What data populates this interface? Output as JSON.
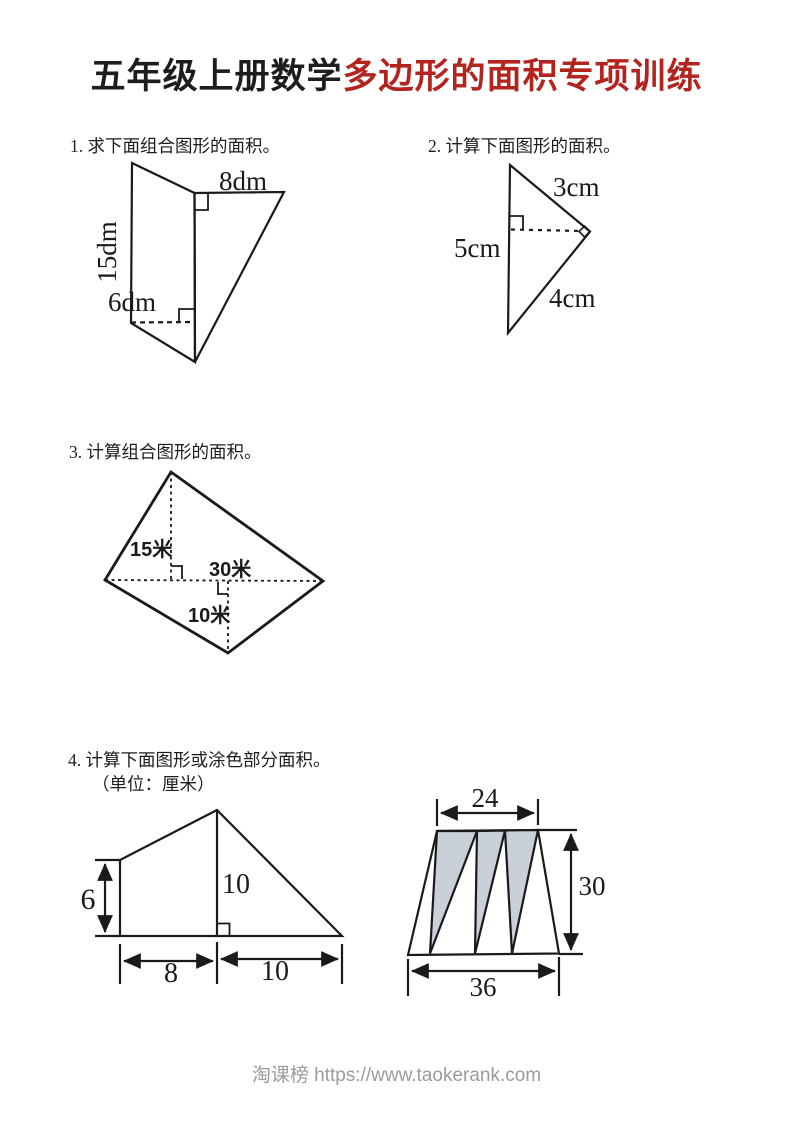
{
  "title": {
    "part_black": "五年级上册数学",
    "part_red": "多边形的面积专项训练"
  },
  "problems": {
    "p1": {
      "label": "1. 求下面组合图形的面积。"
    },
    "p2": {
      "label": "2. 计算下面图形的面积。"
    },
    "p3": {
      "label": "3. 计算组合图形的面积。"
    },
    "p4": {
      "label": "4. 计算下面图形或涂色部分面积。",
      "unit_note": "（单位：厘米）"
    }
  },
  "figures": {
    "fig1": {
      "top_label": "8dm",
      "left_label": "15dm",
      "inner_label": "6dm"
    },
    "fig2": {
      "upper_label": "3cm",
      "left_label": "5cm",
      "lower_label": "4cm"
    },
    "fig3": {
      "height_upper": "15米",
      "base_label": "30米",
      "height_lower": "10米"
    },
    "fig4a": {
      "left_height": "6",
      "mid_height": "10",
      "base_left": "8",
      "base_right": "10"
    },
    "fig4b": {
      "top_width": "24",
      "right_height": "30",
      "bottom_width": "36"
    }
  },
  "colors": {
    "title_red": "#b3241f",
    "ink": "#1a1a1a",
    "shade": "#c9d0d8",
    "footer_gray": "#9b9b9b"
  },
  "footer": {
    "text": "淘课榜 https://www.taokerank.com"
  }
}
